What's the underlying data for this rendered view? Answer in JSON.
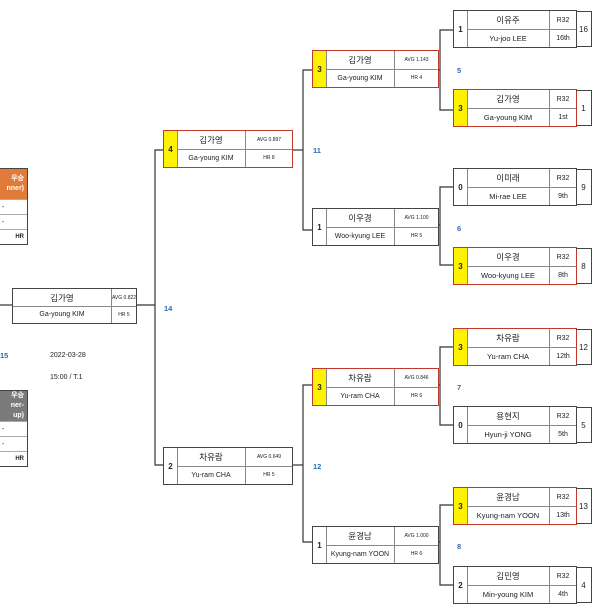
{
  "winner_panel": {
    "line1": "우승",
    "line2": "nner)",
    "row1": "-",
    "row2": "-",
    "hr_label": "HR",
    "color": "#e07b39"
  },
  "runnerup_panel": {
    "line1": "우승",
    "line2": "ner-up)",
    "row1": "-",
    "row2": "-",
    "hr_label": "HR",
    "color": "#7a7a7a"
  },
  "final": {
    "match_no": "14",
    "name_ko": "김가영",
    "name_en": "Ga-young KIM",
    "avg": "AVG 0.822",
    "hr": "HR 5",
    "side_match_no": "15",
    "date": "2022-03-28",
    "time": "15:00 / T.1"
  },
  "semis": [
    {
      "match_no": "11",
      "seed": "4",
      "name_ko": "김가영",
      "name_en": "Ga-young KIM",
      "avg": "AVG 0.897",
      "hr": "HR 8",
      "winner": true
    },
    {
      "match_no": "12",
      "seed": "2",
      "name_ko": "차유람",
      "name_en": "Yu-ram CHA",
      "avg": "AVG 0.649",
      "hr": "HR 5",
      "winner": false
    }
  ],
  "quarters": [
    {
      "match_no": "5",
      "seed": "3",
      "name_ko": "김가영",
      "name_en": "Ga-young KIM",
      "avg": "AVG 1.143",
      "hr": "HR 4",
      "winner": true
    },
    {
      "match_no": "6",
      "seed": "1",
      "name_ko": "이우경",
      "name_en": "Woo-kyung LEE",
      "avg": "AVG 1.100",
      "hr": "HR 5",
      "winner": false
    },
    {
      "match_no": "7",
      "seed": "3",
      "name_ko": "차유람",
      "name_en": "Yu-ram CHA",
      "avg": "AVG 0.846",
      "hr": "HR 6",
      "winner": true
    },
    {
      "match_no": "8",
      "seed": "1",
      "name_ko": "윤경남",
      "name_en": "Kyung-nam YOON",
      "avg": "AVG 1.000",
      "hr": "HR 6",
      "winner": false
    }
  ],
  "r32": [
    {
      "seed": "1",
      "name_ko": "이유주",
      "name_en": "Yu-joo LEE",
      "round": "R32",
      "rank": "16th",
      "score": "16",
      "winner": false
    },
    {
      "seed": "3",
      "name_ko": "김가영",
      "name_en": "Ga-young KIM",
      "round": "R32",
      "rank": "1st",
      "score": "1",
      "winner": true
    },
    {
      "seed": "0",
      "name_ko": "이미래",
      "name_en": "Mi-rae LEE",
      "round": "R32",
      "rank": "9th",
      "score": "9",
      "winner": false
    },
    {
      "seed": "3",
      "name_ko": "이우경",
      "name_en": "Woo-kyung LEE",
      "round": "R32",
      "rank": "8th",
      "score": "8",
      "winner": true
    },
    {
      "seed": "3",
      "name_ko": "차유람",
      "name_en": "Yu-ram CHA",
      "round": "R32",
      "rank": "12th",
      "score": "12",
      "winner": true
    },
    {
      "seed": "0",
      "name_ko": "용현지",
      "name_en": "Hyun-ji YONG",
      "round": "R32",
      "rank": "5th",
      "score": "5",
      "winner": false
    },
    {
      "seed": "3",
      "name_ko": "윤경남",
      "name_en": "Kyung-nam YOON",
      "round": "R32",
      "rank": "13th",
      "score": "13",
      "winner": true
    },
    {
      "seed": "2",
      "name_ko": "김민영",
      "name_en": "Min-young KIM",
      "round": "R32",
      "rank": "4th",
      "score": "4",
      "winner": false
    }
  ]
}
